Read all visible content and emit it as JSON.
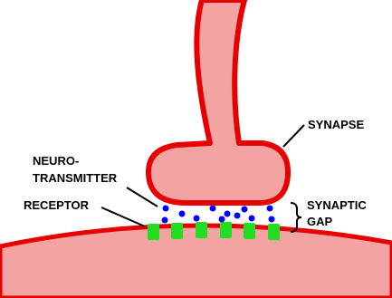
{
  "labels": {
    "synapse": "SYNAPSE",
    "neurotransmitter_line1": "NEURO-",
    "neurotransmitter_line2": "TRANSMITTER",
    "receptor": "RECEPTOR",
    "synaptic_gap_line1": "SYNAPTIC",
    "synaptic_gap_line2": "GAP"
  },
  "colors": {
    "membrane_fill": "#f4a3a3",
    "membrane_outline": "#e60000",
    "neurotransmitter": "#0000ff",
    "receptor": "#22dd22",
    "label_text": "#000000"
  },
  "counts": {
    "neurotransmitter_dots": 12,
    "receptors": 6
  }
}
